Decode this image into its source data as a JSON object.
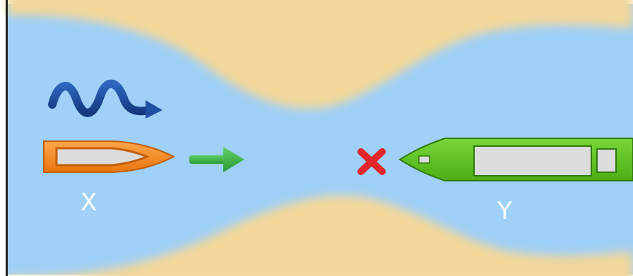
{
  "diagram": {
    "vessels": [
      {
        "label": "X",
        "role": "small-boat",
        "hull_color": "#f38a1e",
        "cabin_color": "#dcdcdc"
      },
      {
        "label": "Y",
        "role": "large-ship",
        "hull_color": "#5dc21e",
        "cabin_color": "#dcdcdc"
      }
    ],
    "icons": {
      "current": "wavy-arrow-icon",
      "direction": "green-arrow-icon",
      "blocked": "red-cross-icon"
    },
    "colors": {
      "water": "#9fd0f7",
      "sand": "#f3d79a",
      "current_arrow": "#1f4fa3",
      "direction_arrow": "#3fb24a",
      "cross": "#e3262a",
      "frame": "#222222"
    }
  }
}
